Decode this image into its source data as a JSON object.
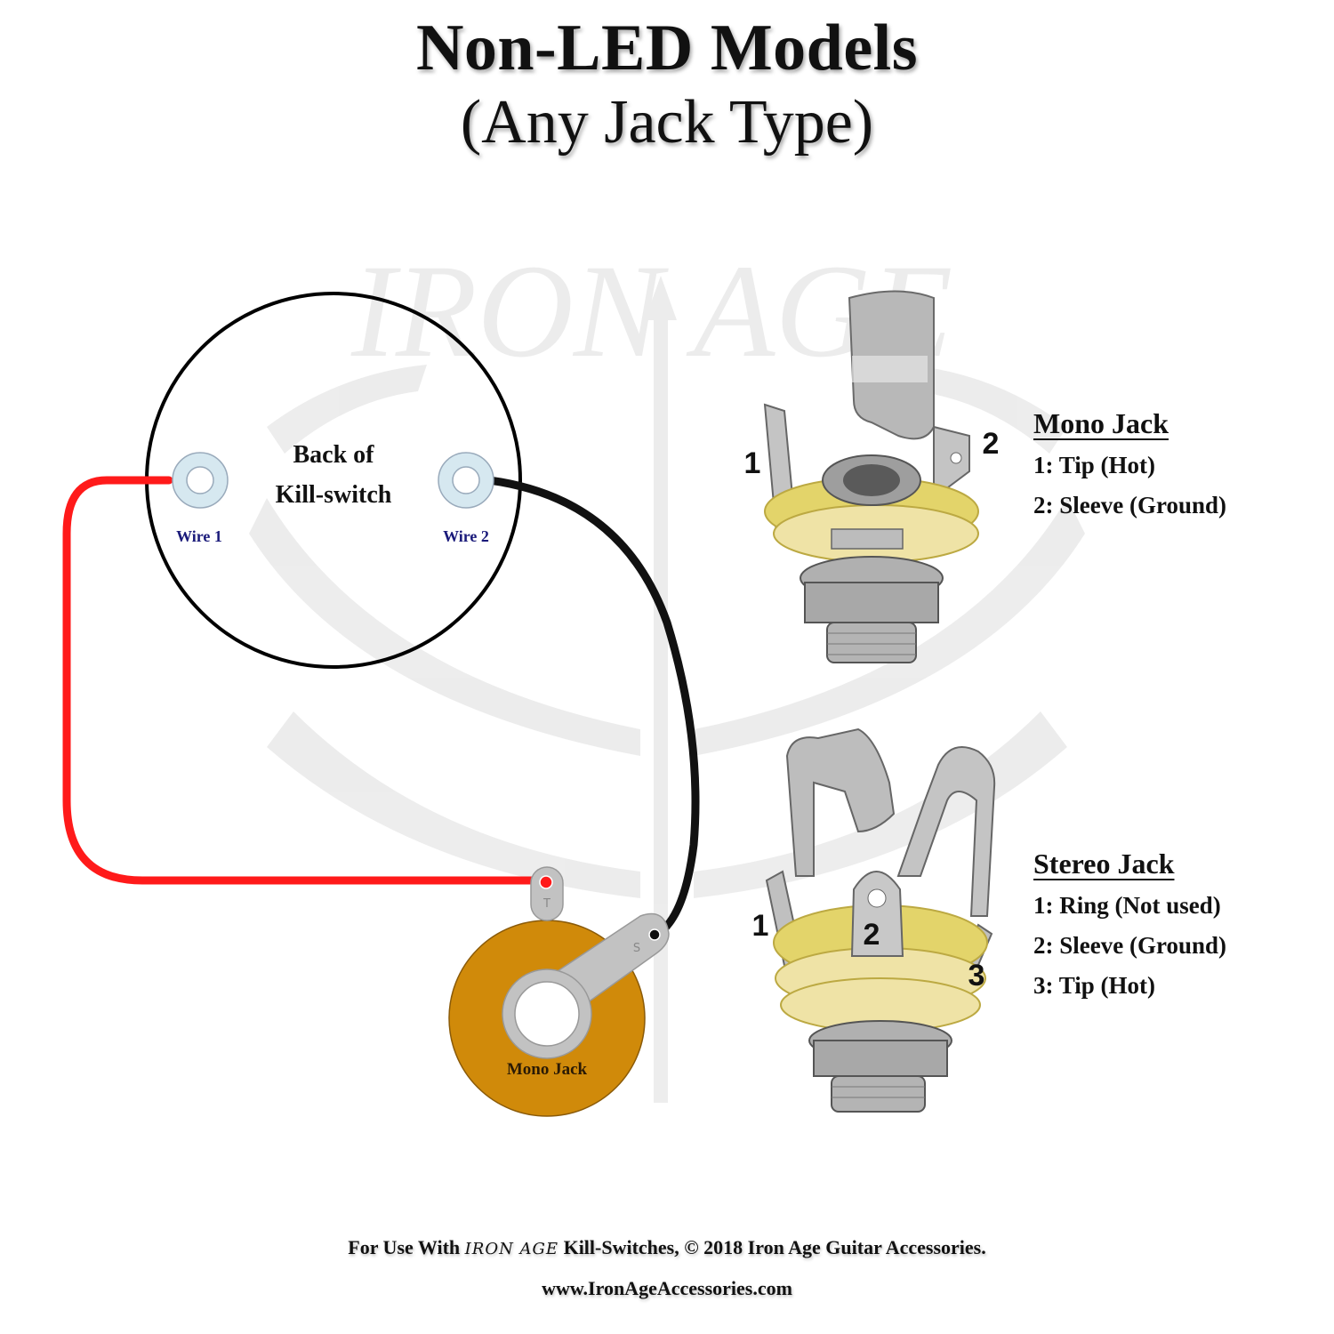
{
  "title": {
    "line1": "Non-LED Models",
    "line2": "(Any Jack Type)"
  },
  "killswitch": {
    "label_line1": "Back of",
    "label_line2": "Kill-switch",
    "wire1_label": "Wire 1",
    "wire2_label": "Wire 2"
  },
  "mono_jack_diagram": {
    "label": "Mono Jack",
    "tip_lug": "T",
    "sleeve_lug": "S"
  },
  "mono_jack_photo": {
    "terminal_1": "1",
    "terminal_2": "2"
  },
  "stereo_jack_photo": {
    "terminal_1": "1",
    "terminal_2": "2",
    "terminal_3": "3"
  },
  "mono_legend": {
    "heading": "Mono Jack",
    "items": [
      "1: Tip (Hot)",
      "2: Sleeve (Ground)"
    ]
  },
  "stereo_legend": {
    "heading": "Stereo Jack",
    "items": [
      "1: Ring (Not used)",
      "2: Sleeve (Ground)",
      "3: Tip (Hot)"
    ]
  },
  "footer": {
    "prefix": "For Use With",
    "brand": "IRON AGE",
    "suffix": "Kill-Switches, © 2018 Iron Age Guitar Accessories.",
    "website": "www.IronAgeAccessories.com"
  },
  "watermark": {
    "text": "IRON AGE"
  },
  "colors": {
    "wire_hot": "#ff1a1a",
    "wire_ground": "#111111",
    "lug_fill": "#d6e8f0",
    "jack_disc": "#d08a0a",
    "jack_lug": "#c2c2c2",
    "wire_label": "#1a1a7a"
  }
}
